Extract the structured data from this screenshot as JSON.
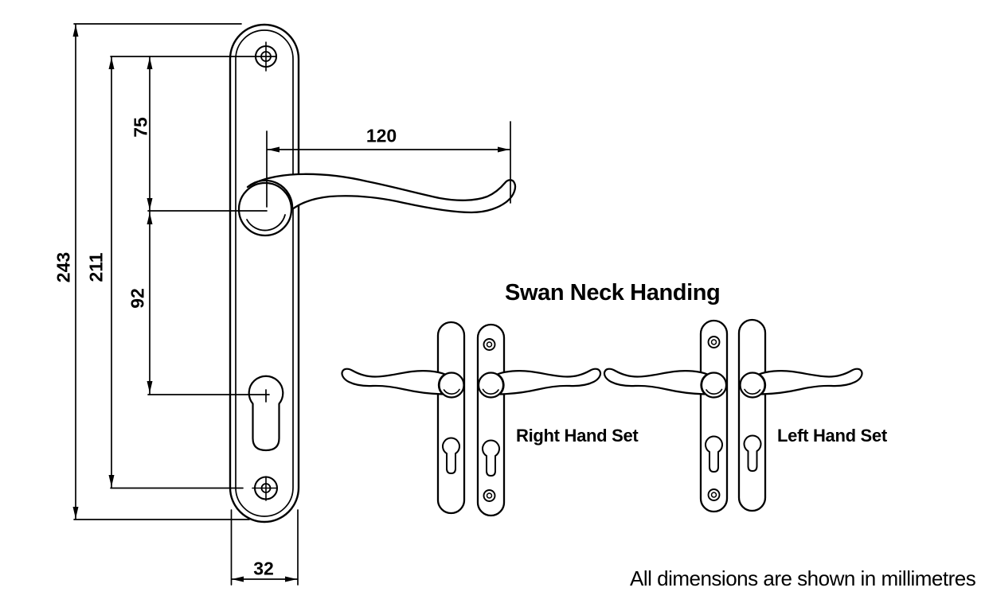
{
  "title": "Swan Neck Handing",
  "footnote": "All dimensions are shown in millimetres",
  "sets": {
    "right": {
      "label": "Right Hand Set"
    },
    "left": {
      "label": "Left Hand Set"
    }
  },
  "dimensions": {
    "overall_height_mm": "243",
    "fixing_centres_mm": "211",
    "handle_to_top_fixing_mm": "75",
    "handle_to_cylinder_mm": "92",
    "lever_length_mm": "120",
    "plate_width_mm": "32"
  }
}
